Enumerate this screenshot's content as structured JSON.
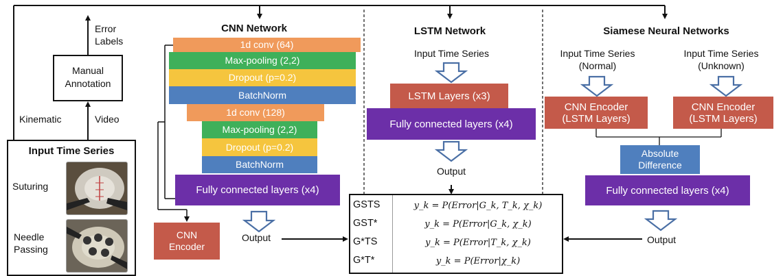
{
  "input": {
    "title": "Input Time Series",
    "suturing": "Suturing",
    "needle_passing_1": "Needle",
    "needle_passing_2": "Passing"
  },
  "left": {
    "kinematic": "Kinematic",
    "video": "Video",
    "manual_annotation_1": "Manual",
    "manual_annotation_2": "Annotation",
    "error_labels_1": "Error",
    "error_labels_2": "Labels"
  },
  "cnn": {
    "title": "CNN Network",
    "layers": [
      "1d conv (64)",
      "Max-pooling (2,2)",
      "Dropout (p=0.2)",
      "BatchNorm",
      "1d conv (128)",
      "Max-pooling (2,2)",
      "Dropout (p=0.2)",
      "BatchNorm"
    ],
    "fc": "Fully connected layers (x4)",
    "encoder_1": "CNN",
    "encoder_2": "Encoder",
    "output": "Output"
  },
  "lstm": {
    "title": "LSTM Network",
    "input": "Input Time Series",
    "lstm_layers": "LSTM Layers (x3)",
    "fc": "Fully connected layers (x4)",
    "output": "Output"
  },
  "siamese": {
    "title": "Siamese Neural Networks",
    "input_normal_1": "Input Time Series",
    "input_normal_2": "(Normal)",
    "input_unknown_1": "Input Time Series",
    "input_unknown_2": "(Unknown)",
    "encoder_1": "CNN Encoder",
    "encoder_2": "(LSTM Layers)",
    "abs_diff_1": "Absolute",
    "abs_diff_2": "Difference",
    "fc": "Fully connected layers (x4)",
    "output": "Output"
  },
  "results": [
    {
      "label": "GSTS",
      "eq": "y_k = P(Error|G_k, T_k, χ_k)"
    },
    {
      "label": "GST*",
      "eq": "y_k = P(Error|G_k, χ_k)"
    },
    {
      "label": "G*TS",
      "eq": "y_k = P(Error|T_k, χ_k)"
    },
    {
      "label": "G*T*",
      "eq": "y_k = P(Error|χ_k)"
    }
  ],
  "colors": {
    "orange": "#f09a5b",
    "green": "#3fb05a",
    "yellow": "#f5c53e",
    "blue": "#4f7fbe",
    "purple": "#6c2fa8",
    "red": "#c45a4a",
    "hollow_arrow": "#4a6fa5"
  }
}
